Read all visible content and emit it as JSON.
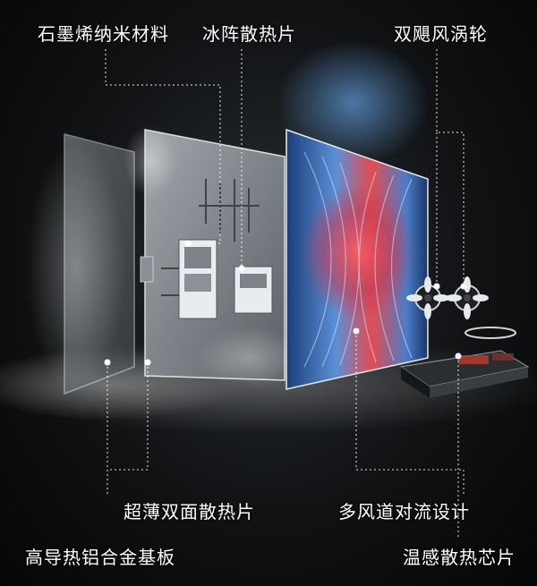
{
  "labels": {
    "graphene": "石墨烯纳米材料",
    "ice_array": "冰阵散热片",
    "dual_turbo": "双飓风涡轮",
    "ultra_thin": "超薄双面散热片",
    "multi_airflow": "多风道对流设计",
    "aluminum_base": "高导热铝合金基板",
    "temp_chip": "温感散热芯片"
  }
}
